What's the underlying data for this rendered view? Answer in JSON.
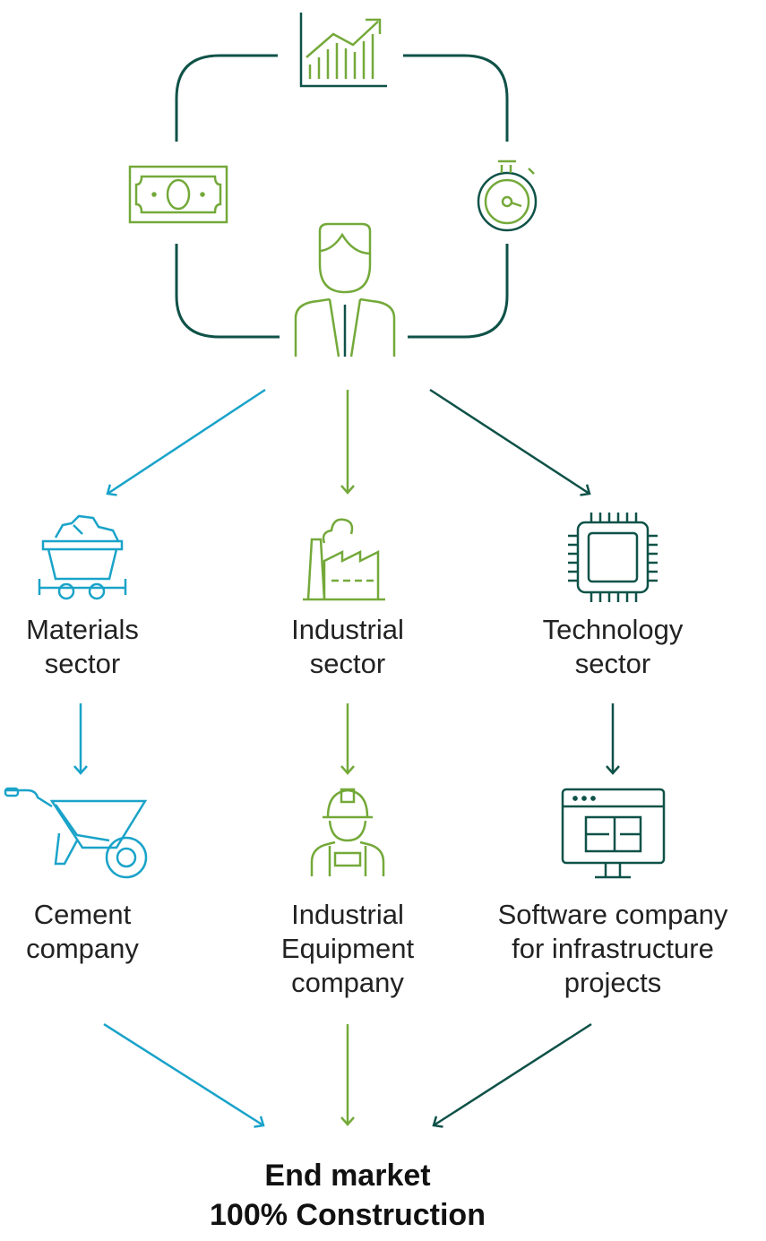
{
  "colors": {
    "dark_green": "#0f5248",
    "light_green": "#74a93a",
    "blue": "#1aa3c9",
    "text": "#222222"
  },
  "icons": {
    "top": [
      "chart-growth-icon",
      "banknote-icon",
      "stopwatch-icon",
      "investor-person-icon"
    ],
    "sectors": [
      "mine-cart-icon",
      "factory-icon",
      "microchip-icon"
    ],
    "companies": [
      "wheelbarrow-icon",
      "hardhat-worker-icon",
      "monitor-blueprint-icon"
    ]
  },
  "sectors": [
    {
      "line1": "Materials",
      "line2": "sector"
    },
    {
      "line1": "Industrial",
      "line2": "sector"
    },
    {
      "line1": "Technology",
      "line2": "sector"
    }
  ],
  "companies": [
    {
      "line1": "Cement",
      "line2": "company",
      "line3": ""
    },
    {
      "line1": "Industrial",
      "line2": "Equipment",
      "line3": "company"
    },
    {
      "line1": "Software company",
      "line2": "for infrastructure",
      "line3": "projects"
    }
  ],
  "end_market": {
    "line1": "End market",
    "line2": "100% Construction"
  }
}
